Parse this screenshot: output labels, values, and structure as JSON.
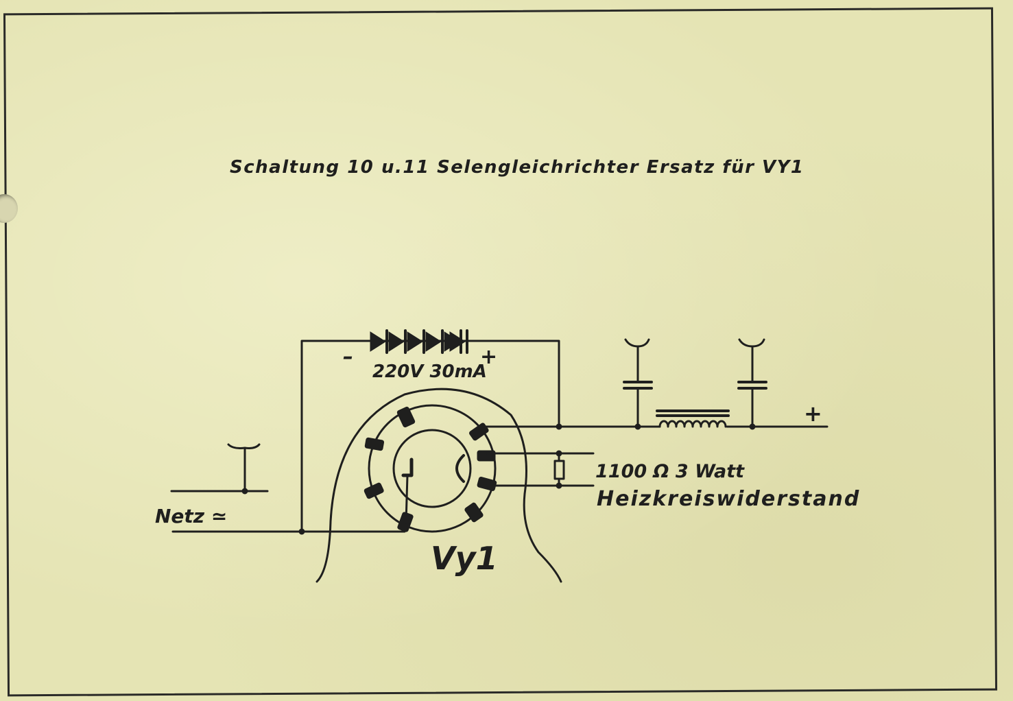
{
  "title": "Schaltung 10 u.11 Selengleichrichter Ersatz für VY1",
  "labels": {
    "netz": "Netz ≃",
    "rectifier_minus": "–",
    "rectifier_plus": "+",
    "rectifier_rating": "220V 30mA",
    "output_plus": "+",
    "resistor_value": "1100 Ω  3 Watt",
    "resistor_name": "Heizkreiswiderstand",
    "tube_name": "Vy1"
  },
  "colors": {
    "paper": "#e5e4b4",
    "ink": "#1f1f1e"
  }
}
